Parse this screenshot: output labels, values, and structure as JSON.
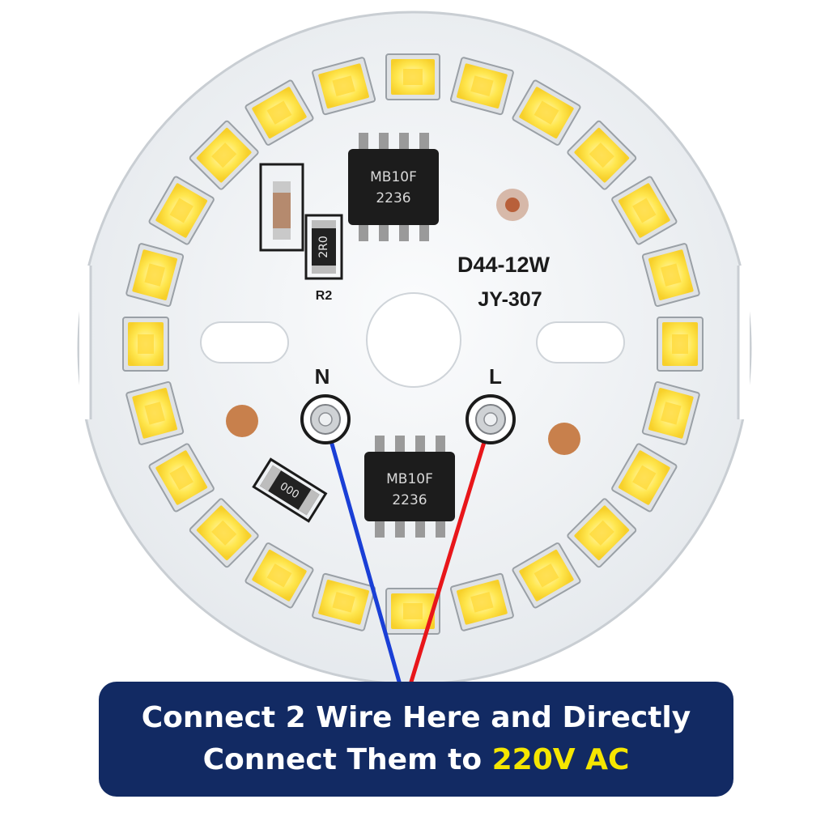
{
  "board": {
    "model_line1": "D44-12W",
    "model_line2": "JY-307",
    "terminal_n": "N",
    "terminal_l": "L",
    "resistor_label": "R2",
    "resistor_r2_code": "2R0",
    "resistor_bottom_code": "000",
    "chip_top": {
      "line1": "MB10F",
      "line2": "2236"
    },
    "chip_bottom": {
      "line1": "MB10F",
      "line2": "2236"
    },
    "led_count": 24
  },
  "wires": {
    "neutral_color": "#1a3fd6",
    "live_color": "#e8161a"
  },
  "banner": {
    "line1": "Connect 2 Wire Here and Directly",
    "line2_prefix": "Connect Them to",
    "line2_highlight": "220V AC"
  },
  "colors": {
    "board": "#f2f4f6",
    "led_yellow": "#ffe14a",
    "chip_body": "#1c1c1c",
    "copper_pad": "#c8804c",
    "banner_bg": "#122a63",
    "banner_highlight": "#f5e600"
  },
  "icons": [
    "led-icon",
    "chip-icon",
    "resistor-icon",
    "terminal-icon"
  ]
}
